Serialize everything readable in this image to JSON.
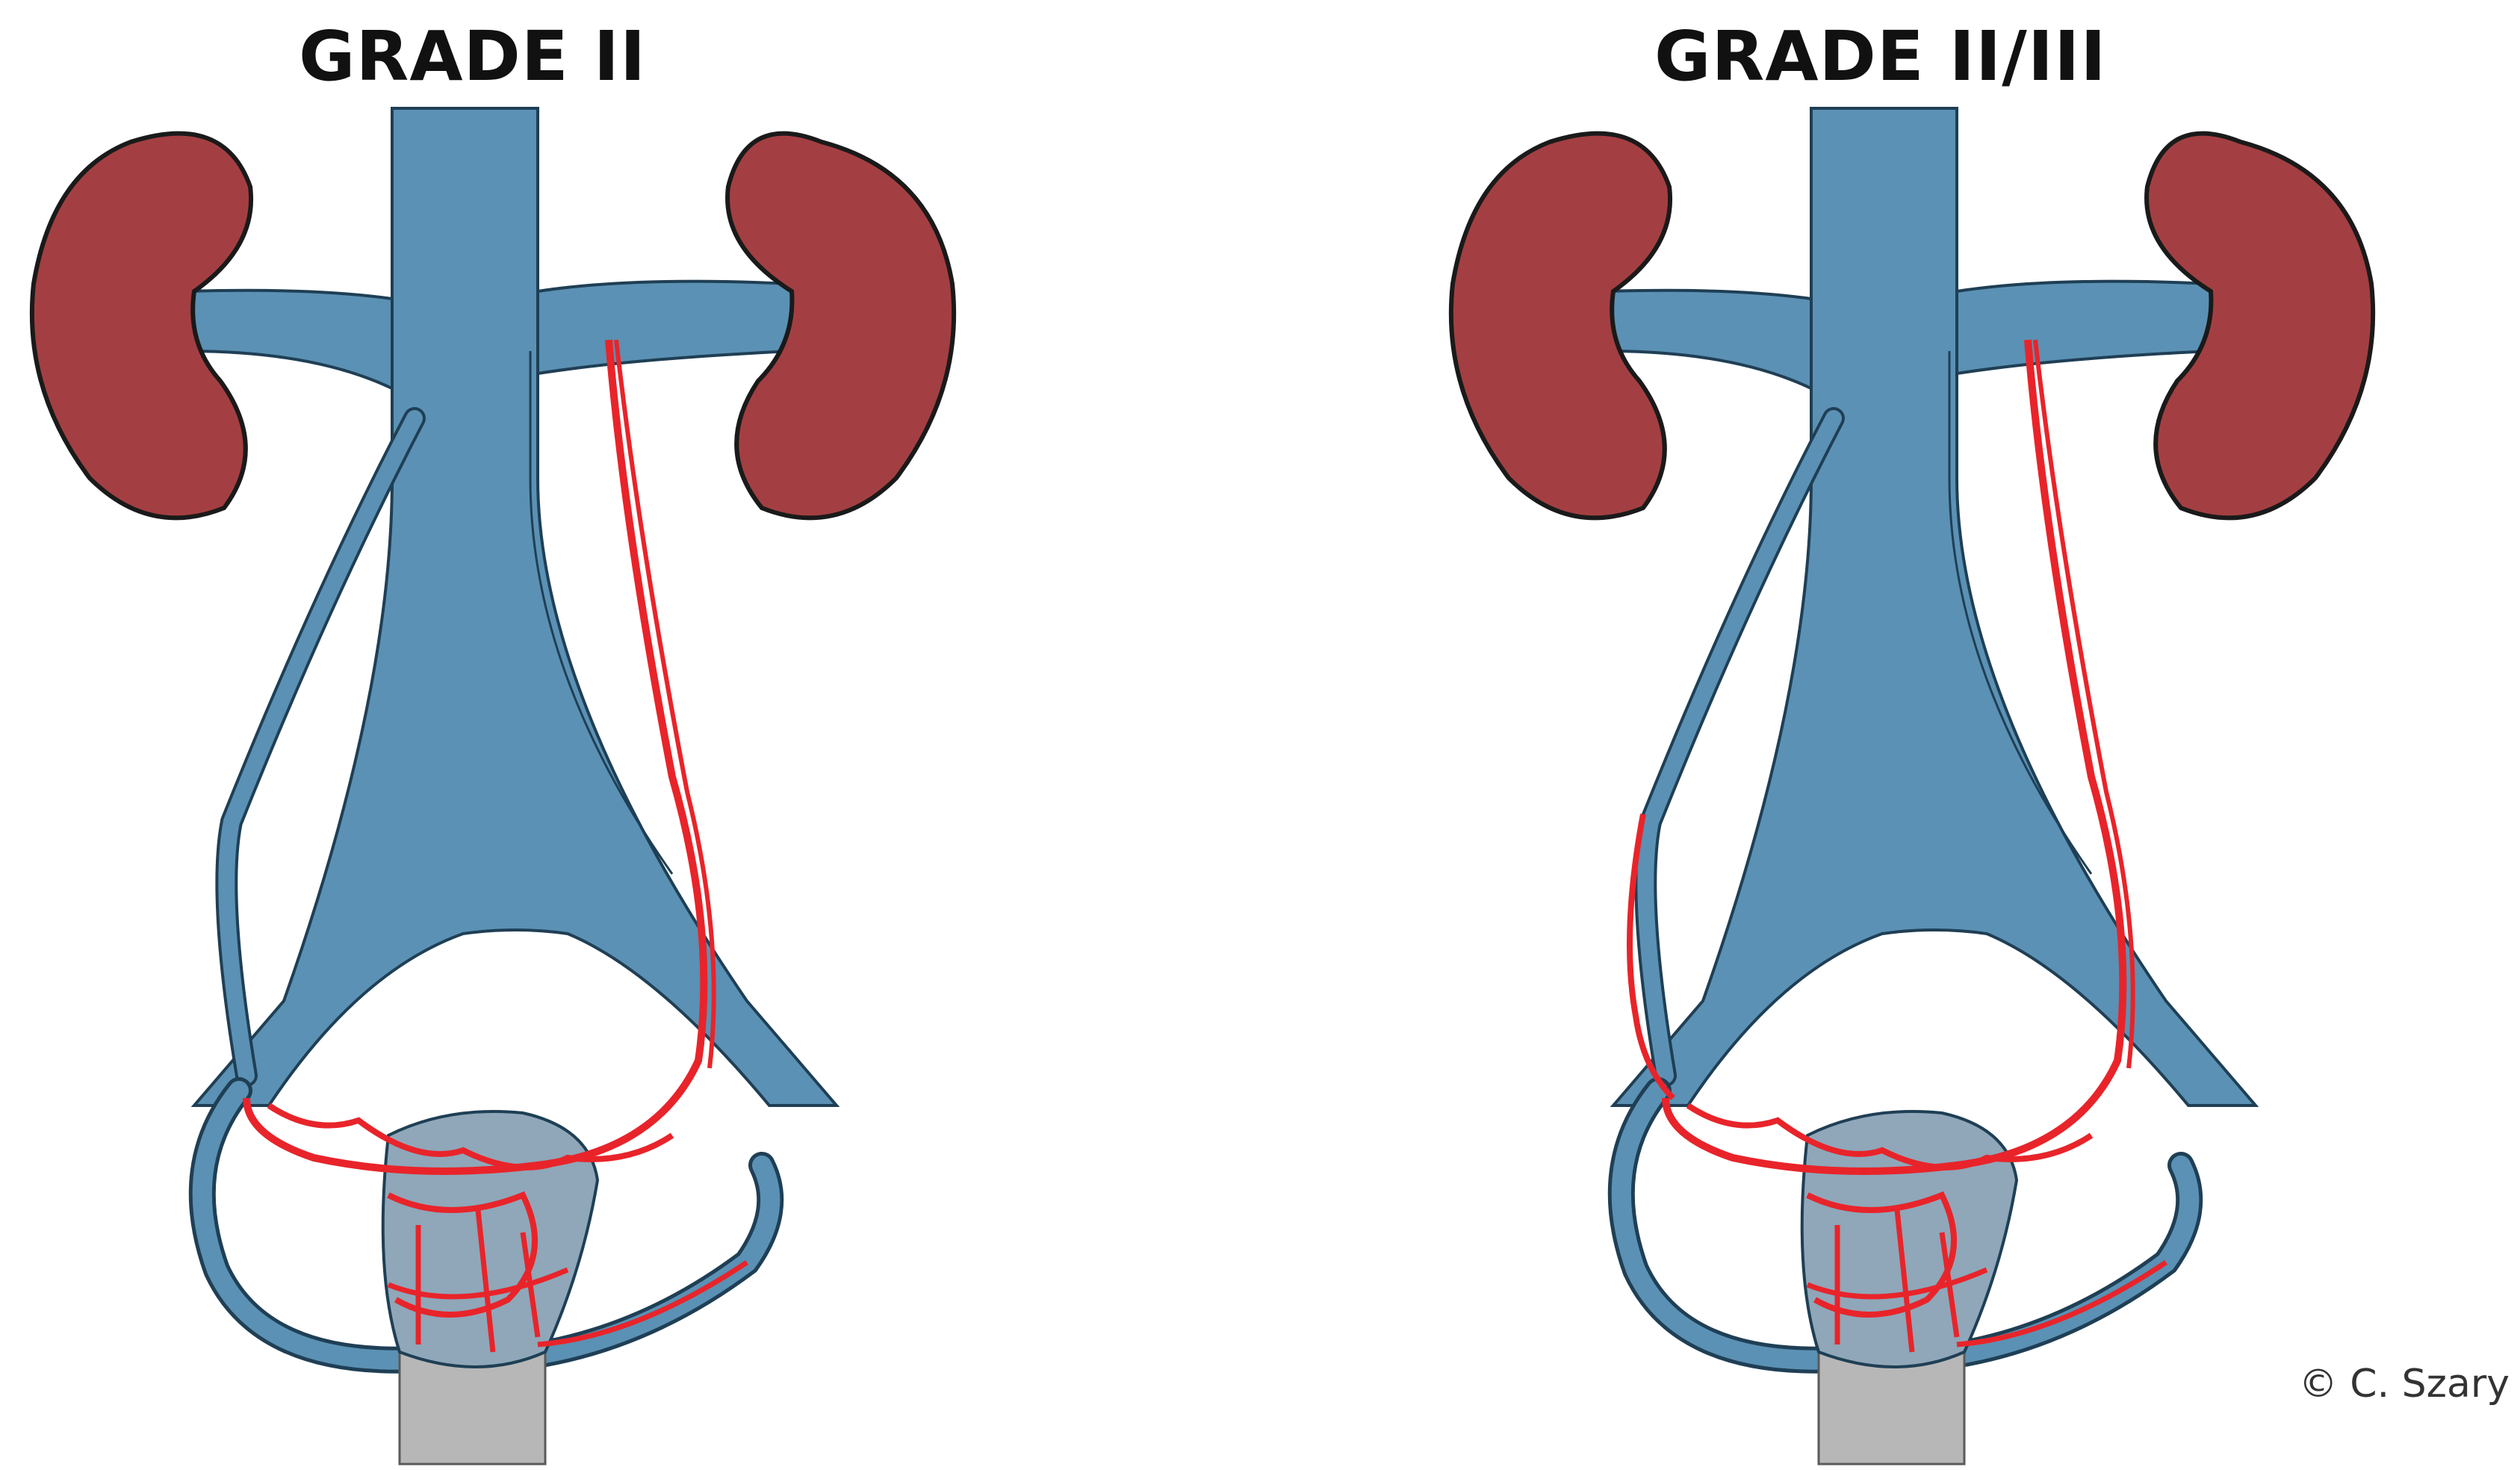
{
  "panels": [
    {
      "title": "GRADE II"
    },
    {
      "title": "GRADE II/III"
    }
  ],
  "credit": "© C. Szary",
  "colors": {
    "vein": "#5b91b4",
    "vein_outline": "#1f3f55",
    "kidney": "#a33f42",
    "kidney_outline": "#1a1a1a",
    "varices": "#e8242a",
    "uterus": "#b7b7b7",
    "background": "#ffffff"
  }
}
